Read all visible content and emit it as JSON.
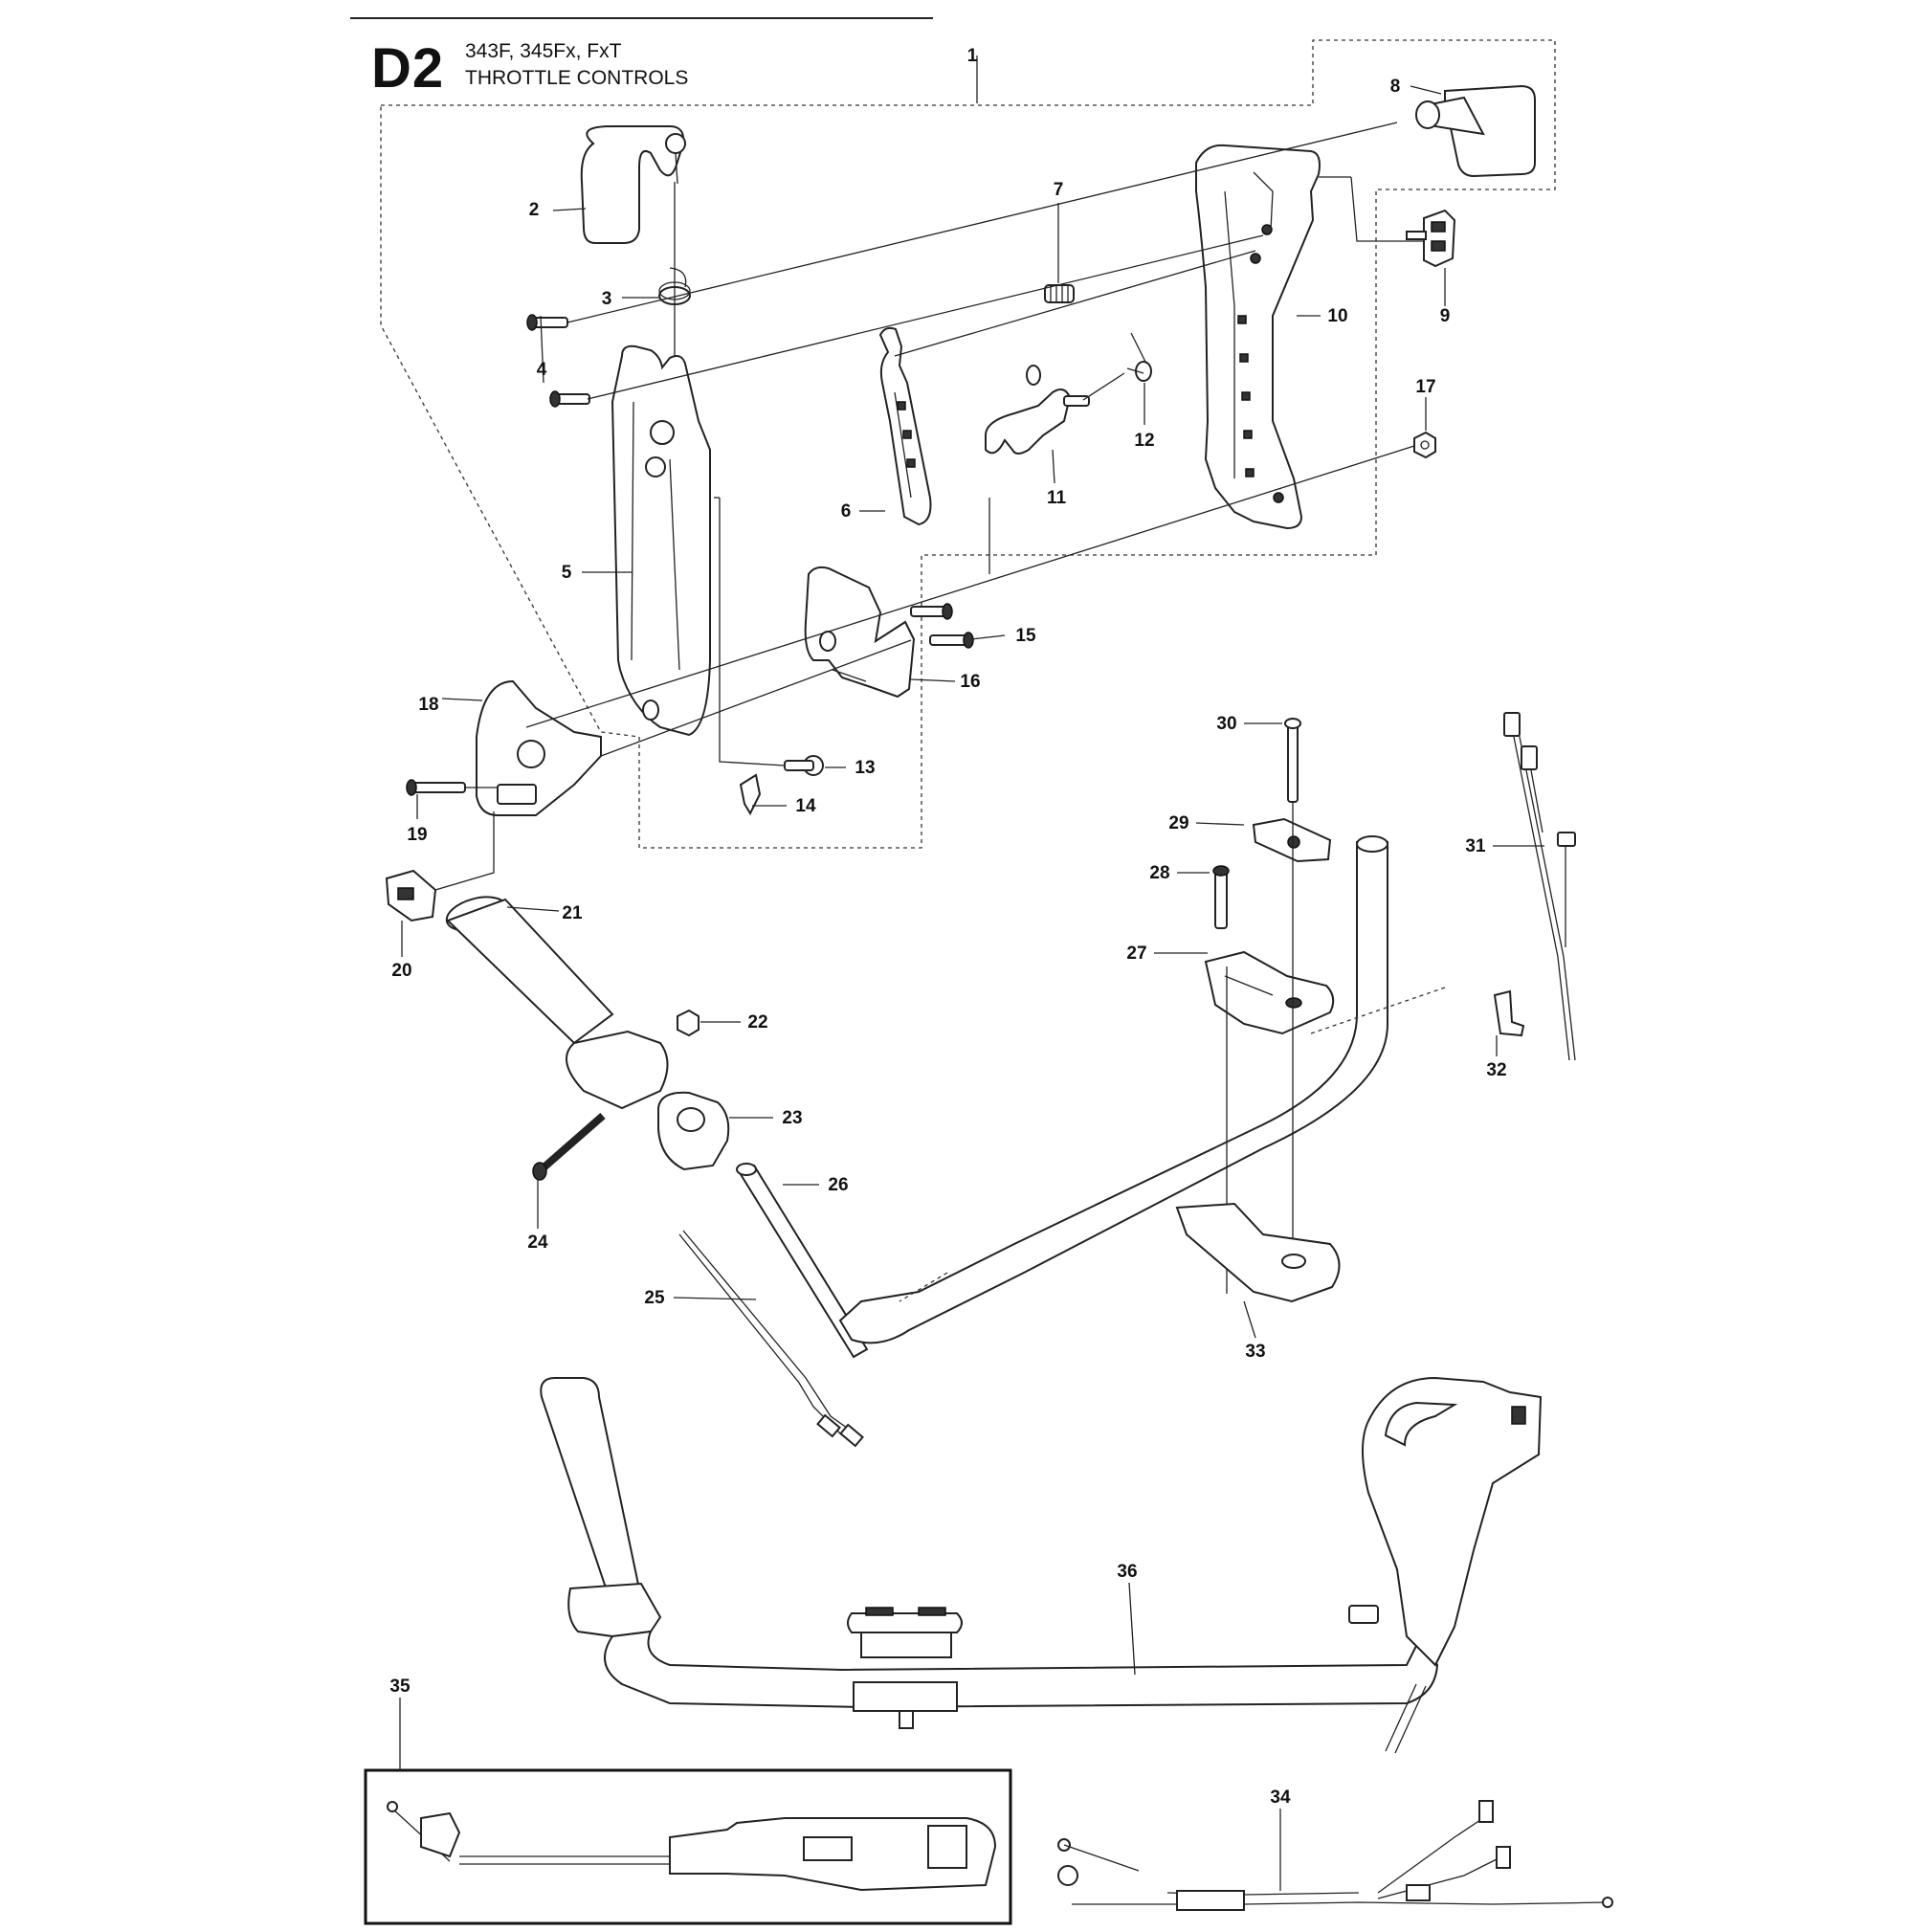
{
  "header": {
    "code": "D2",
    "models": "343F, 345Fx, FxT",
    "title": "THROTTLE CONTROLS"
  },
  "callouts": [
    "1",
    "2",
    "3",
    "4",
    "5",
    "6",
    "7",
    "8",
    "9",
    "10",
    "11",
    "12",
    "13",
    "14",
    "15",
    "16",
    "17",
    "18",
    "19",
    "20",
    "21",
    "22",
    "23",
    "24",
    "25",
    "26",
    "27",
    "28",
    "29",
    "30",
    "31",
    "32",
    "33",
    "34",
    "35",
    "36"
  ]
}
